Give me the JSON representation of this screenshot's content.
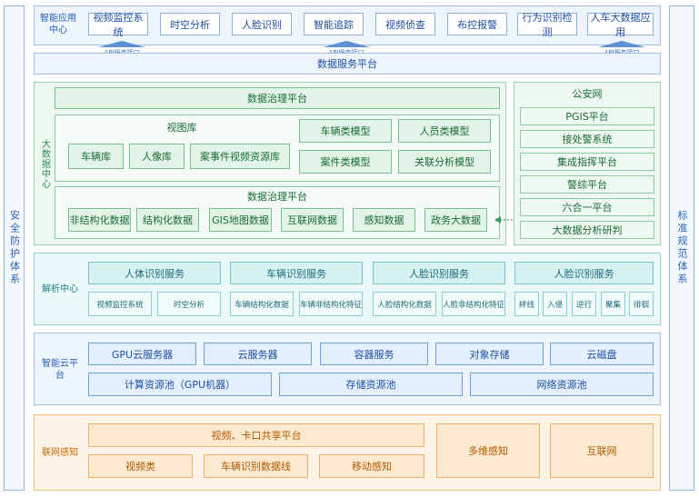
{
  "left_side": "安全防护体系",
  "right_side": "标准规范体系",
  "app_center": {
    "label": "智能应用中心",
    "items": [
      "视频监控系统",
      "时空分析",
      "人脸识别",
      "智能追踪",
      "视频侦查",
      "布控报警",
      "行为识别检测",
      "人车大数据应用"
    ]
  },
  "api_labels": [
    "API服务接口",
    "API服务接口",
    "API服务接口"
  ],
  "data_service": "数据服务平台",
  "big_data": {
    "label": "大数据中心",
    "governance_top": "数据治理平台",
    "view_library": "视图库",
    "libs": [
      "车辆库",
      "人像库",
      "案事件视频资源库"
    ],
    "models": [
      "车辆类模型",
      "人员类模型",
      "案件类模型",
      "关联分析模型"
    ],
    "governance_bottom": "数据治理平台",
    "data_types": [
      "非结构化数据",
      "结构化数据",
      "GIS地图数据",
      "互联网数据",
      "感知数据",
      "政务大数据"
    ]
  },
  "police_net": {
    "title": "公安网",
    "items": [
      "PGIS平台",
      "接处警系统",
      "集成指挥平台",
      "警综平台",
      "六合一平台",
      "大数据分析研判"
    ]
  },
  "analysis": {
    "label": "解析中心",
    "services": [
      "人体识别服务",
      "车辆识别服务",
      "人脸识别服务",
      "人脸识别服务"
    ],
    "subs": [
      "视频监控系统",
      "时空分析",
      "车辆结构化数据",
      "车辆非结构化特征",
      "人脸结构化数据",
      "人脸非结构化特征",
      "絆线",
      "入侵",
      "逆行",
      "聚集",
      "徘徊"
    ]
  },
  "cloud": {
    "label": "智能云平台",
    "services": [
      "GPU云服务器",
      "云服务器",
      "容器服务",
      "对象存储",
      "云磁盘"
    ],
    "pools": [
      "计算资源池（GPU机器）",
      "存储资源池",
      "网络资源池"
    ]
  },
  "iot": {
    "label": "联网感知",
    "share_platform": "视频、卡口共享平台",
    "subs": [
      "视频类",
      "车辆识别数据线",
      "移动感知"
    ],
    "multi": "多维感知",
    "internet": "互联网"
  }
}
